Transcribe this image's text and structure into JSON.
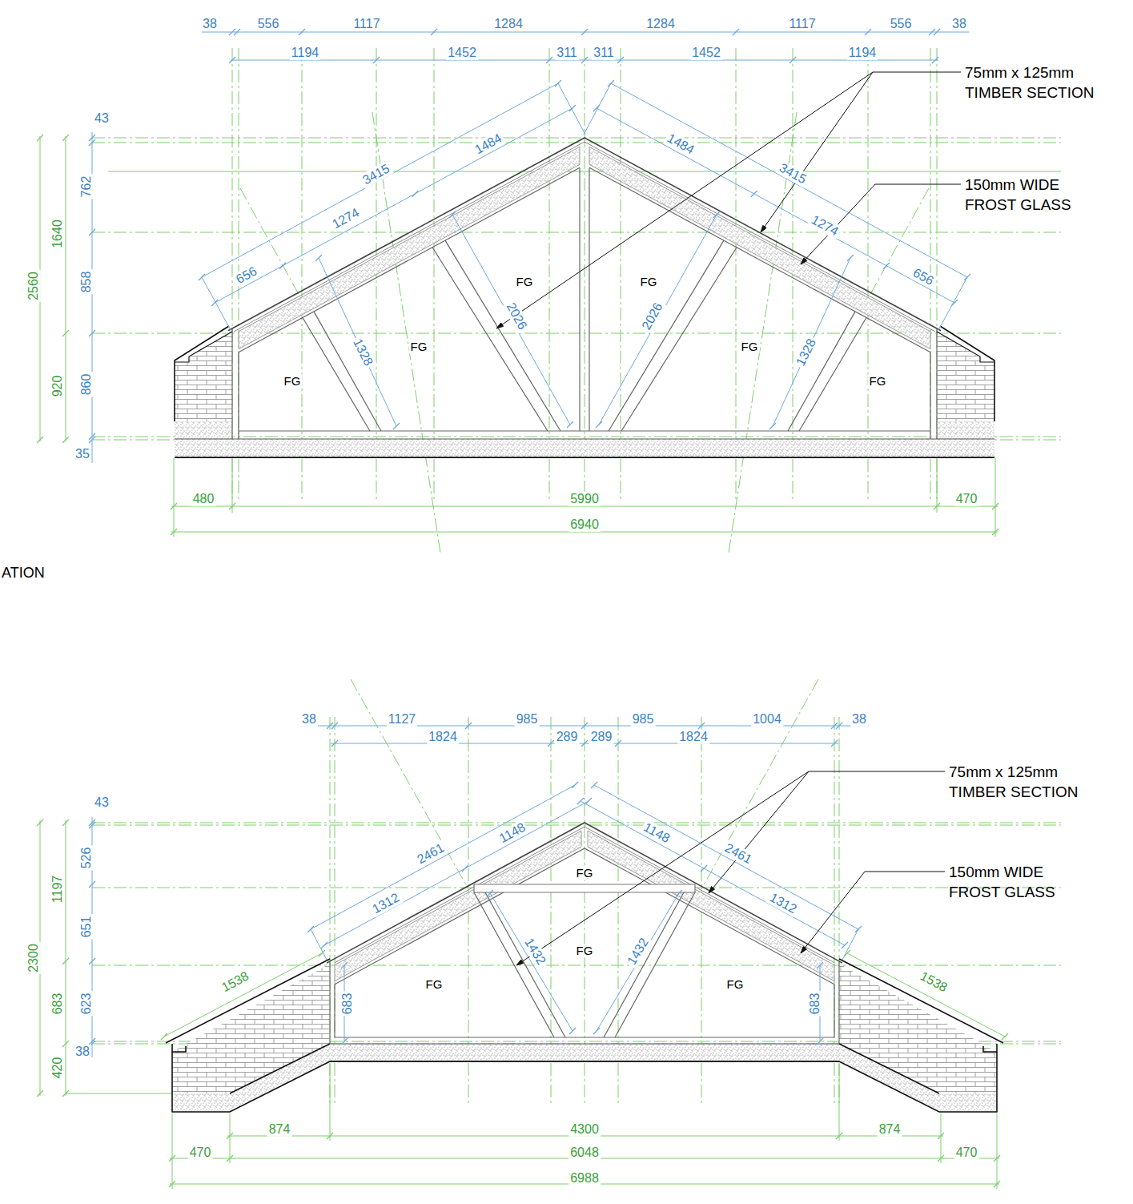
{
  "diagram": {
    "labels": [
      "38",
      "556",
      "1117",
      "1284",
      "1284",
      "1117",
      "556",
      "38",
      "1194",
      "1452",
      "311",
      "311",
      "1452",
      "1194",
      "3415",
      "1484",
      "1274",
      "656",
      "1484",
      "3415",
      "1274",
      "656",
      "2026",
      "2026",
      "1328",
      "1328",
      "43",
      "762",
      "858",
      "860",
      "35",
      "2560",
      "1640",
      "920",
      "480",
      "5990",
      "470",
      "6940",
      "FG",
      "FG",
      "FG",
      "FG",
      "FG",
      "FG",
      "75mm x 125mm TIMBER SECTION",
      "150mm WIDE FROST GLASS",
      "ATION",
      "38",
      "1127",
      "985",
      "985",
      "1004",
      "38",
      "1824",
      "289",
      "289",
      "1824",
      "2461",
      "1148",
      "1312",
      "1538",
      "1148",
      "2461",
      "1312",
      "1538",
      "1432",
      "1432",
      "683",
      "683",
      "43",
      "526",
      "651",
      "623",
      "38",
      "2300",
      "1197",
      "683",
      "420",
      "874",
      "4300",
      "874",
      "470",
      "6048",
      "470",
      "6988",
      "FG",
      "FG",
      "FG",
      "FG",
      "75mm x 125mm TIMBER SECTION",
      "150mm WIDE FROST GLASS"
    ]
  }
}
